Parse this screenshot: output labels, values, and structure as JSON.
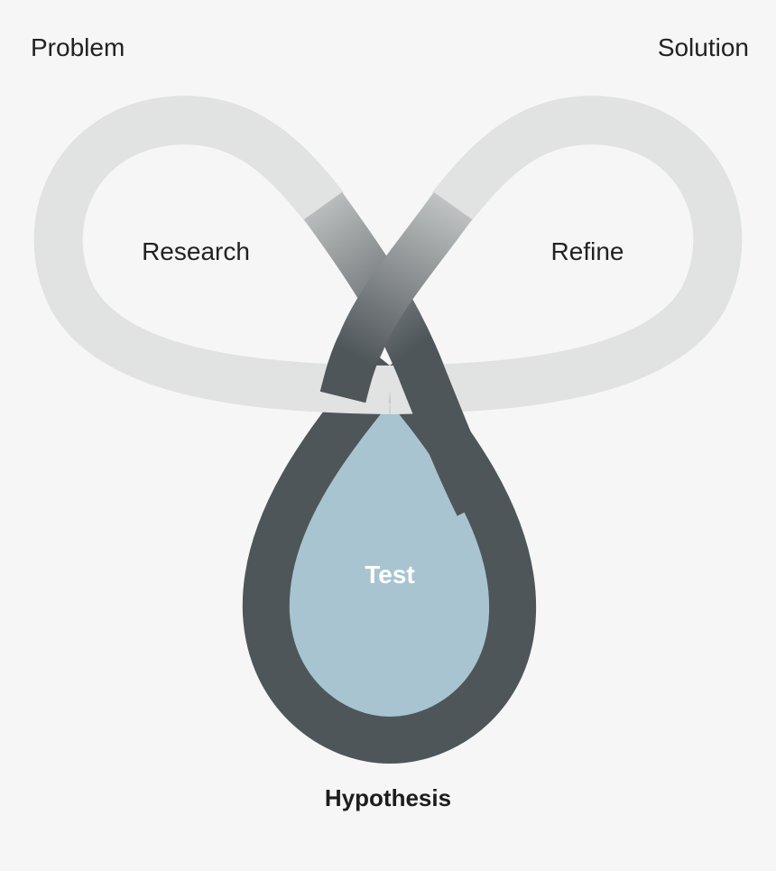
{
  "labels": {
    "problem": "Problem",
    "solution": "Solution",
    "research": "Research",
    "refine": "Refine",
    "test": "Test",
    "hypothesis": "Hypothesis"
  },
  "colors": {
    "background": "#f6f6f6",
    "loop_light": "#e1e2e2",
    "loop_dark": "#4f5659",
    "drop_fill": "#a8c4d0",
    "text": "#222222"
  }
}
